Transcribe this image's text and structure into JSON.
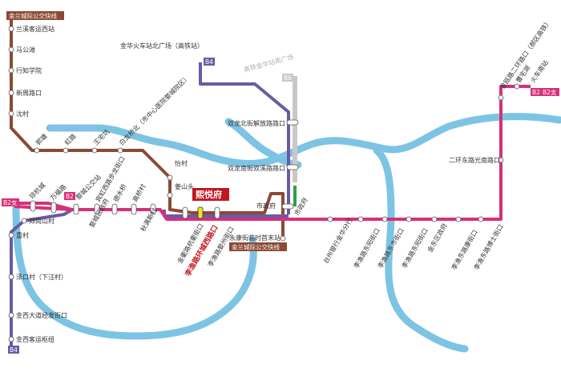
{
  "colors": {
    "river": "#7dc4e4",
    "line_brown": "#8b4a33",
    "line_purple": "#6a5aa5",
    "line_magenta": "#d6307a",
    "line_gray": "#c8c8c8",
    "line_green": "#2ea043",
    "line_yellow": "#f7e022",
    "highlight_red": "#c0161f"
  },
  "tags": {
    "brown_top": "金兰城际公交快线",
    "brown_bottom": "金兰城际公交快线",
    "b4_top": "B4",
    "b4_bottom": "B4",
    "b6": "B6",
    "b2_left": "B2支",
    "b2_mid": "B2",
    "b2_right_a": "B2",
    "b2_right_b": "B2支"
  },
  "highlight": {
    "name": "熙悦府",
    "station": "李渔路环城西路口"
  },
  "stations": {
    "brown_west": [
      "兰溪客运西站",
      "马公滩",
      "行知学院",
      "新周路口",
      "沈村",
      "郭塘",
      "虹路",
      "王宅坑",
      "白龙桥北（市中心医院婺城院区）",
      "怡村",
      "姜山头"
    ],
    "purple_north": [
      "金华火车站北广场（高铁站）"
    ],
    "gray_north": [
      "高铁金华站南广场"
    ],
    "east_vertical": [
      "双龙北街解放路路口",
      "双龙南街双溪路路口",
      "市政府"
    ],
    "brown_south": [
      "永康街临时首末站"
    ],
    "purple_west": [
      "郑岗山村",
      "重村",
      "泽口村（下汪村）",
      "金西大道经发街口",
      "金西客运枢纽"
    ],
    "magenta_west": [
      "琼杭城",
      "万福路",
      "婺城公交站",
      "婺城区政府",
      "宾虹西路步龙街口",
      "德水桥",
      "高桥村",
      "秋满新村"
    ],
    "magenta_center": [
      "金衢路杭衢街口",
      "李渔路婺州街口"
    ],
    "magenta_east": [
      "市政府",
      "台州银行金华分行",
      "李渔路东阳街口",
      "李渔路东市街口",
      "李渔路东阳街口",
      "金东区政府",
      "李渔东路康街口",
      "李渔东路博士街口",
      "二环东路光南路口"
    ],
    "magenta_ne": [
      "金瓯路二环路口（郝区高铁）",
      "曹宅湖",
      "火车南站"
    ]
  }
}
